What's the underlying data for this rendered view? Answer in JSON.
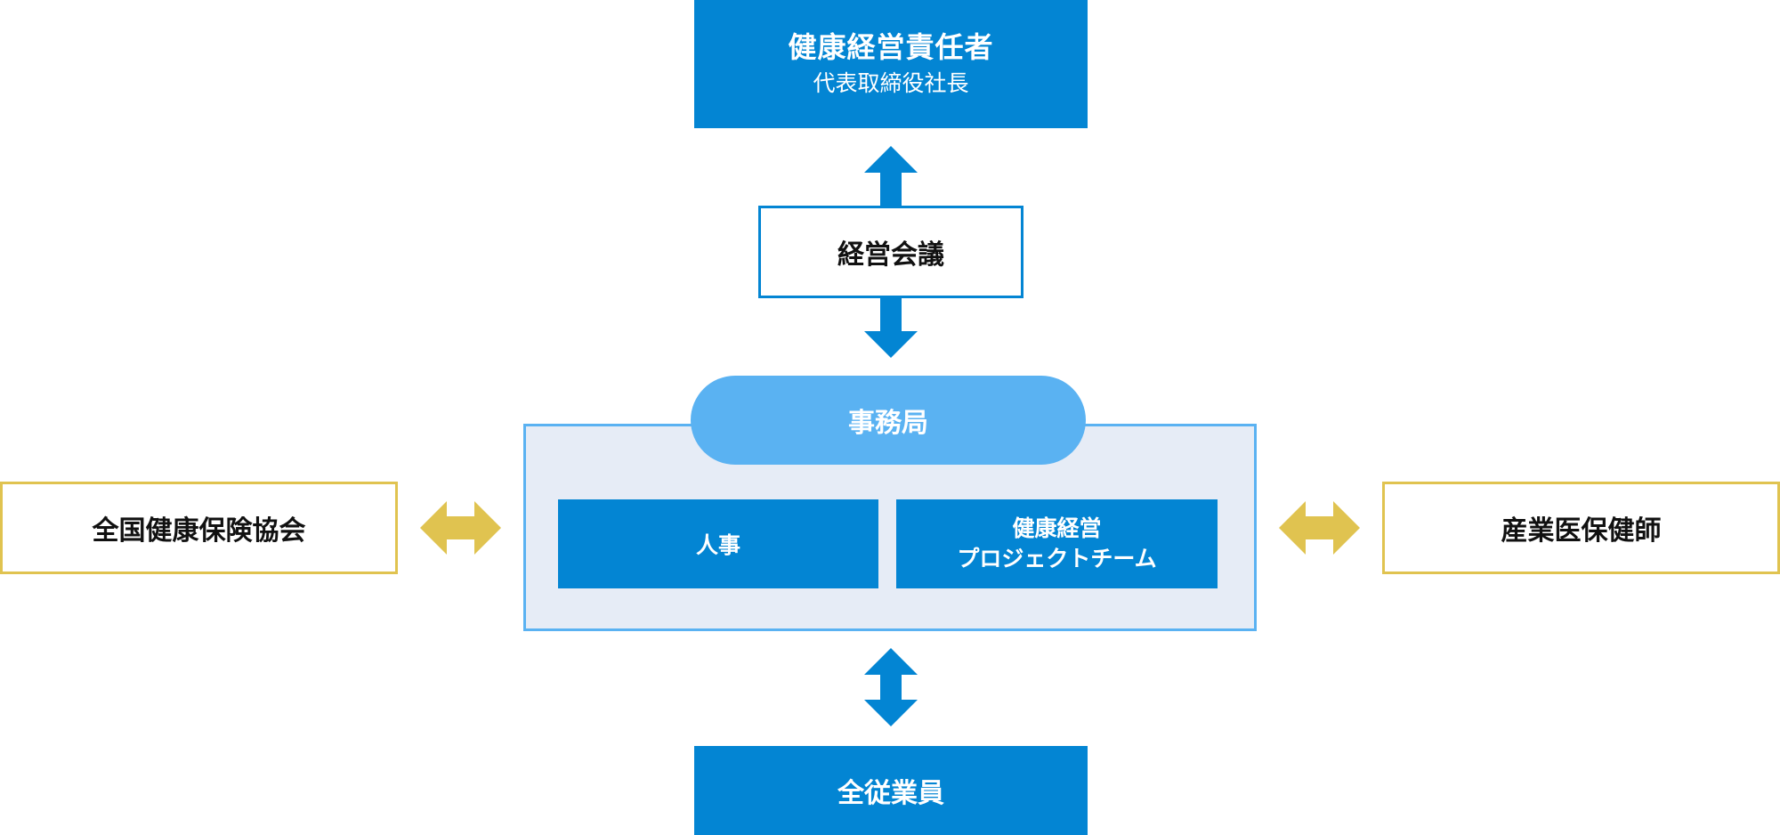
{
  "diagram": {
    "leader": {
      "title": "健康経営責任者",
      "subtitle": "代表取締役社長"
    },
    "meeting": {
      "label": "経営会議"
    },
    "office": {
      "label": "事務局",
      "hr_label": "人事",
      "project_line1": "健康経営",
      "project_line2": "プロジェクトチーム"
    },
    "employees": {
      "label": "全従業員"
    },
    "left_partner": {
      "label": "全国健康保険協会"
    },
    "right_partner": {
      "label": "産業医保健師"
    }
  },
  "colors": {
    "primary_blue": "#0385d3",
    "light_blue": "#5ab2f2",
    "panel_bg": "#e6ecf6",
    "yellow": "#e0c350"
  }
}
